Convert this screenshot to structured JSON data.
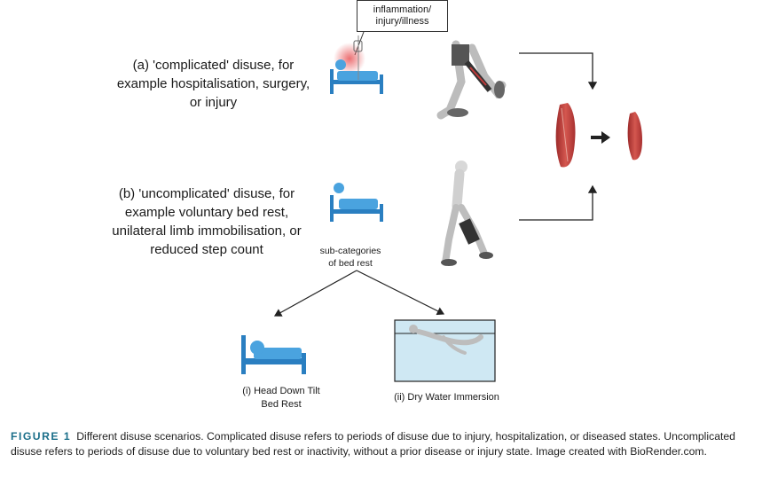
{
  "callout": {
    "line1": "inflammation/",
    "line2": "injury/illness"
  },
  "scenario_a": {
    "line1": "(a) 'complicated' disuse, for",
    "line2": "example hospitalisation, surgery,",
    "line3": "or injury"
  },
  "scenario_b": {
    "line1": "(b) 'uncomplicated' disuse, for",
    "line2": "example voluntary bed rest,",
    "line3": "unilateral limb immobilisation, or",
    "line4": "reduced step count"
  },
  "subcategories": {
    "line1": "sub-categories",
    "line2": "of bed rest"
  },
  "sub_i": {
    "line1": "(i) Head Down Tilt",
    "line2": "Bed Rest"
  },
  "sub_ii": {
    "label": "(ii) Dry Water Immersion"
  },
  "caption": {
    "figure_label": "FIGURE 1",
    "text": "Different disuse scenarios. Complicated disuse refers to periods of disuse due to injury, hospitalization, or diseased states. Uncomplicated disuse refers to periods of disuse due to voluntary bed rest or inactivity, without a prior disease or injury state. Image created with BioRender.com."
  },
  "colors": {
    "bed_blue": "#2a7fc1",
    "bed_light": "#4aa3df",
    "water": "#cfe8f3",
    "muscle": "#c23b3b",
    "inflammation": "#e8575a"
  },
  "icons": [
    "hospital-bed-icon",
    "bed-rest-icon",
    "head-down-tilt-bed-icon",
    "water-immersion-icon",
    "muscle-icon",
    "leg-brace-figure-icon"
  ]
}
